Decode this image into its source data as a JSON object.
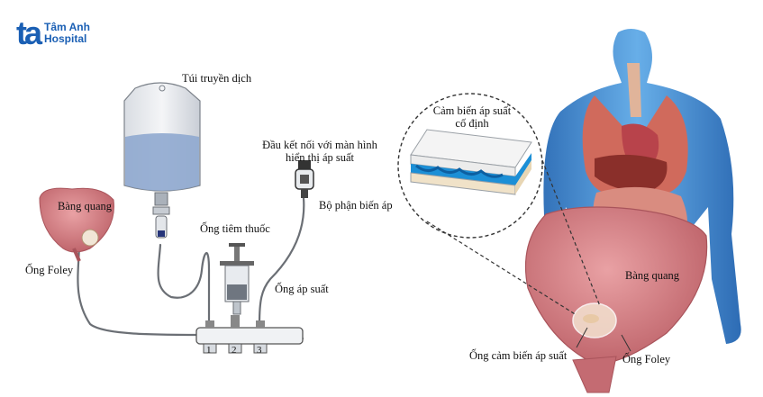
{
  "logo": {
    "mark": "ta",
    "line1": "Tâm Anh",
    "line2": "Hospital",
    "color": "#1a5fb4"
  },
  "labels": {
    "iv_bag": "Túi truyền dịch",
    "bladder_left": "Bàng quang",
    "foley_left": "Ống Foley",
    "connector_line1": "Đầu kết nối với màn hình",
    "connector_line2": "hiển thị áp suất",
    "transducer": "Bộ phận biến áp",
    "syringe": "Ống tiêm thuốc",
    "pressure_tube": "Ống áp suất",
    "port_1": "1",
    "port_2": "2",
    "port_3": "3",
    "sensor_line1": "Cảm biến áp suất",
    "sensor_line2": "cố định",
    "bladder_right": "Bàng quang",
    "sensor_tube": "Ống cảm biến áp suất",
    "foley_right": "Ống Foley"
  },
  "colors": {
    "bladder": "#d27a80",
    "fluid": "#8fa9cf",
    "body": "#2f79c8",
    "organ": "#d06a5c",
    "sensor_blue": "#1c8fd6"
  }
}
